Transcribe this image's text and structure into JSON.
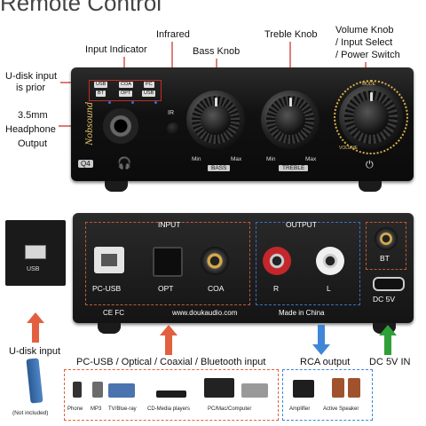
{
  "header": {
    "title": "Remote Control"
  },
  "callouts": {
    "input_indicator": "Input Indicator",
    "infrared": "Infrared",
    "bass_knob": "Bass Knob",
    "treble_knob": "Treble Knob",
    "volume_line1": "Volume Knob",
    "volume_line2": "/ Input Select",
    "volume_line3": "/ Power Switch",
    "udisk_prior_line1": "U-disk input",
    "udisk_prior_line2": "is prior",
    "headphone_line1": "3.5mm",
    "headphone_line2": "Headphone",
    "headphone_line3": "Output"
  },
  "front": {
    "brand": "Nobsound",
    "model": "Q4",
    "indicators": [
      "USB",
      "BT",
      "COA",
      "OPT",
      "PC",
      "USB"
    ],
    "ir": "IR",
    "bass": {
      "label": "BASS",
      "min": "Min",
      "max": "Max"
    },
    "treble": {
      "label": "TREBLE",
      "min": "Min",
      "max": "Max"
    },
    "volume": {
      "mode": "MODE",
      "vol": "VOLUME"
    }
  },
  "back": {
    "input_header": "INPUT",
    "output_header": "OUTPUT",
    "pc_usb": "PC-USB",
    "opt": "OPT",
    "coa": "COA",
    "r": "R",
    "l": "L",
    "bt": "BT",
    "dc": "DC 5V",
    "website": "www.doukaudio.com",
    "made_in": "Made in China",
    "certs": "CE FC"
  },
  "udisk": {
    "label": "U-disk input",
    "slot": "USB",
    "not_included": "(Not included)"
  },
  "bottom": {
    "inputs_label": "PC-USB / Optical / Coaxial / Bluetooth input",
    "rca_label": "RCA output",
    "dc_label": "DC 5V IN",
    "sources": [
      "Phone",
      "MP3",
      "TV/Blue-ray",
      "CD-Media players",
      "PC/Mac/Computer"
    ],
    "outputs": [
      "Amplifier",
      "Active Speaker"
    ]
  },
  "colors": {
    "red": "#c62a2a",
    "orange": "#e2603f",
    "blue": "#3f86d8",
    "green": "#2fa037"
  }
}
